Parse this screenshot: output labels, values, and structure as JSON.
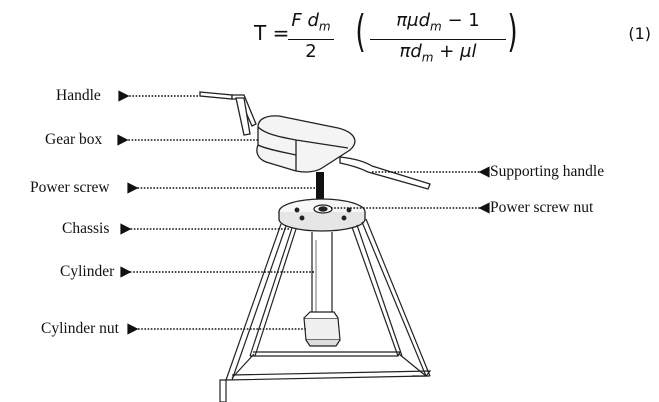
{
  "equation": {
    "lhs": "T =",
    "frac1_num": "F d",
    "frac1_num_sub": "m",
    "frac1_den": "2",
    "frac2_num": "πμd",
    "frac2_num_sub": "m",
    "frac2_num_tail": " − 1",
    "frac2_den": "πd",
    "frac2_den_sub": "m",
    "frac2_den_tail": " + μl",
    "number": "(1)"
  },
  "labels": {
    "handle": "Handle",
    "gear_box": "Gear box",
    "power_screw": "Power screw",
    "chassis": "Chassis",
    "cylinder": "Cylinder",
    "cylinder_nut": "Cylinder nut",
    "supporting_handle": "Supporting handle",
    "power_screw_nut": "Power screw nut"
  }
}
